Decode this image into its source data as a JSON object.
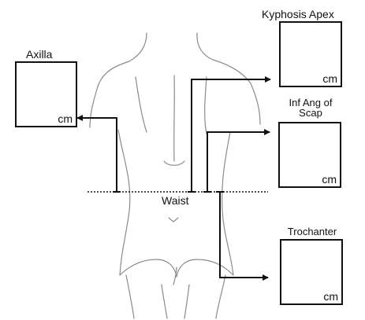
{
  "labels": {
    "axilla": "Axilla",
    "kyphosis_apex": "Kyphosis Apex",
    "inf_ang_scap_line1": "Inf Ang of",
    "inf_ang_scap_line2": "Scap",
    "trochanter": "Trochanter",
    "waist": "Waist"
  },
  "boxes": {
    "axilla": {
      "value": "",
      "unit": "cm"
    },
    "kyphosis_apex": {
      "value": "",
      "unit": "cm"
    },
    "inf_ang_scap": {
      "value": "",
      "unit": "cm"
    },
    "trochanter": {
      "value": "",
      "unit": "cm"
    }
  },
  "icons": {
    "body_outline": "back-view-torso-illustration",
    "arrow": "arrow-icon"
  }
}
